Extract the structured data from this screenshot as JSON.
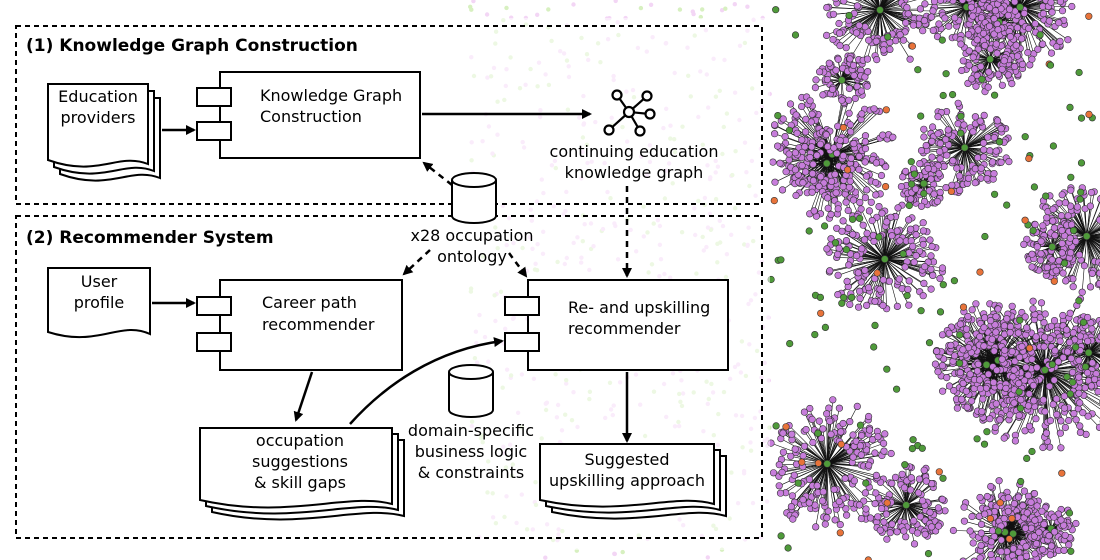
{
  "sections": {
    "kg": "(1) Knowledge Graph Construction",
    "rec": "(2) Recommender System"
  },
  "nodes": {
    "education_providers": [
      "Education",
      "providers"
    ],
    "kg_construction": [
      "Knowledge Graph",
      "Construction"
    ],
    "kg_output": [
      "continuing education",
      "knowledge graph"
    ],
    "ontology": [
      "x28 occupation",
      "ontology"
    ],
    "user_profile": [
      "User",
      "profile"
    ],
    "career_path": [
      "Career path",
      "recommender"
    ],
    "upskilling": [
      "Re- and upskilling",
      "recommender"
    ],
    "occupation_suggestions": [
      "occupation",
      "suggestions",
      "& skill gaps"
    ],
    "business_logic": [
      "domain-specific",
      "business logic",
      "& constraints"
    ],
    "suggested_approach": [
      "Suggested",
      "upskilling approach"
    ]
  },
  "colors": {
    "node_purple": "#c77ddb",
    "node_green": "#4f9a3a",
    "node_orange": "#e8733a",
    "faint_pink": "#f3d6f5",
    "faint_green": "#d7f0c0"
  }
}
